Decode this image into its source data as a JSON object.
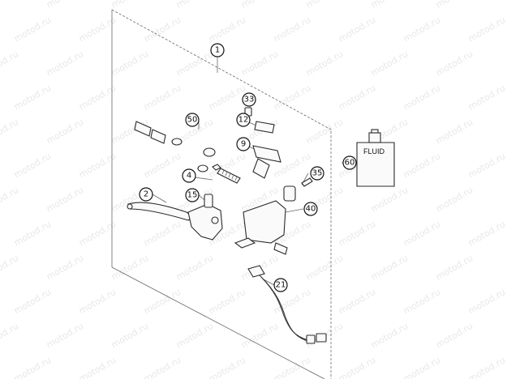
{
  "diagram": {
    "watermark_text": "motod.ru",
    "container_label": "FLUID",
    "callouts": [
      {
        "id": "c1",
        "label": "1"
      },
      {
        "id": "c33",
        "label": "33"
      },
      {
        "id": "c50",
        "label": "50"
      },
      {
        "id": "c12",
        "label": "12"
      },
      {
        "id": "c9",
        "label": "9"
      },
      {
        "id": "c60",
        "label": "60"
      },
      {
        "id": "c35",
        "label": "35"
      },
      {
        "id": "c4",
        "label": "4"
      },
      {
        "id": "c2",
        "label": "2"
      },
      {
        "id": "c15",
        "label": "15"
      },
      {
        "id": "c40",
        "label": "40"
      },
      {
        "id": "c21",
        "label": "21"
      }
    ]
  }
}
